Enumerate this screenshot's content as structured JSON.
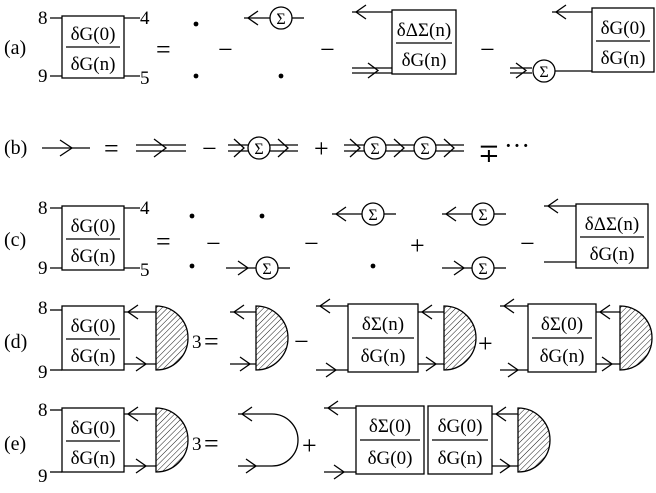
{
  "rows": {
    "a": {
      "label": "(a)"
    },
    "b": {
      "label": "(b)"
    },
    "c": {
      "label": "(c)"
    },
    "d": {
      "label": "(d)"
    },
    "e": {
      "label": "(e)"
    }
  },
  "symbols": {
    "equals": "=",
    "minus": "−",
    "plus": "+",
    "mp": "∓",
    "ellipsis": "···",
    "sigma": "Σ"
  },
  "indices": {
    "n8": "8",
    "n9": "9",
    "n4": "4",
    "n5": "5",
    "n3": "3"
  },
  "fractions": {
    "dG0_dGn": {
      "num": "δG(0)",
      "den": "δG(n)"
    },
    "dDS_dGn": {
      "num": "δΔΣ(n)",
      "den": "δG(n)"
    },
    "dS_dGn": {
      "num": "δΣ(n)",
      "den": "δG(n)"
    },
    "dS0_dGn": {
      "num": "δΣ(0)",
      "den": "δG(n)"
    },
    "dS0_dG0": {
      "num": "δΣ(0)",
      "den": "δG(0)"
    }
  },
  "icons": {
    "sigma_vertex": "sigma-circle-icon",
    "single_line": "single-arrow-line-icon",
    "double_line": "double-arrow-line-icon",
    "vertex": "hatched-semicircle-icon"
  }
}
